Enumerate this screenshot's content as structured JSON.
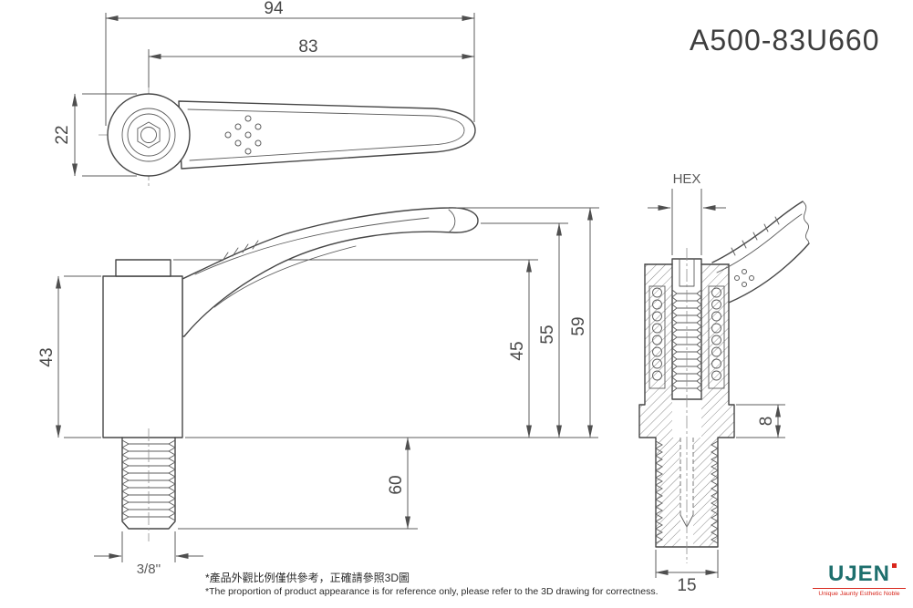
{
  "title": "A500-83U660",
  "top_view": {
    "dim_overall_length": "94",
    "dim_handle_length": "83",
    "dim_boss_diameter": "22"
  },
  "front_view": {
    "dim_body_height": "43",
    "dim_height_45": "45",
    "dim_height_55": "55",
    "dim_height_59": "59",
    "dim_stud_length": "60",
    "thread_callout": "3/8''"
  },
  "section_view": {
    "hex_label": "HEX",
    "dim_flange_height": "8",
    "dim_stud_width": "15"
  },
  "notes": {
    "line1_zh": "*產品外觀比例僅供參考，正確請參照3D圖",
    "line2_en": "*The proportion of product appearance is for reference only, please refer to the 3D drawing for correctness."
  },
  "logo": {
    "name": "UJEN",
    "tagline": "Unique Jaunty Esthetic Noble"
  },
  "colors": {
    "line": "#474747",
    "dim_text": "#484848",
    "logo_teal": "#1e6f6d",
    "logo_red": "#d8261c"
  }
}
